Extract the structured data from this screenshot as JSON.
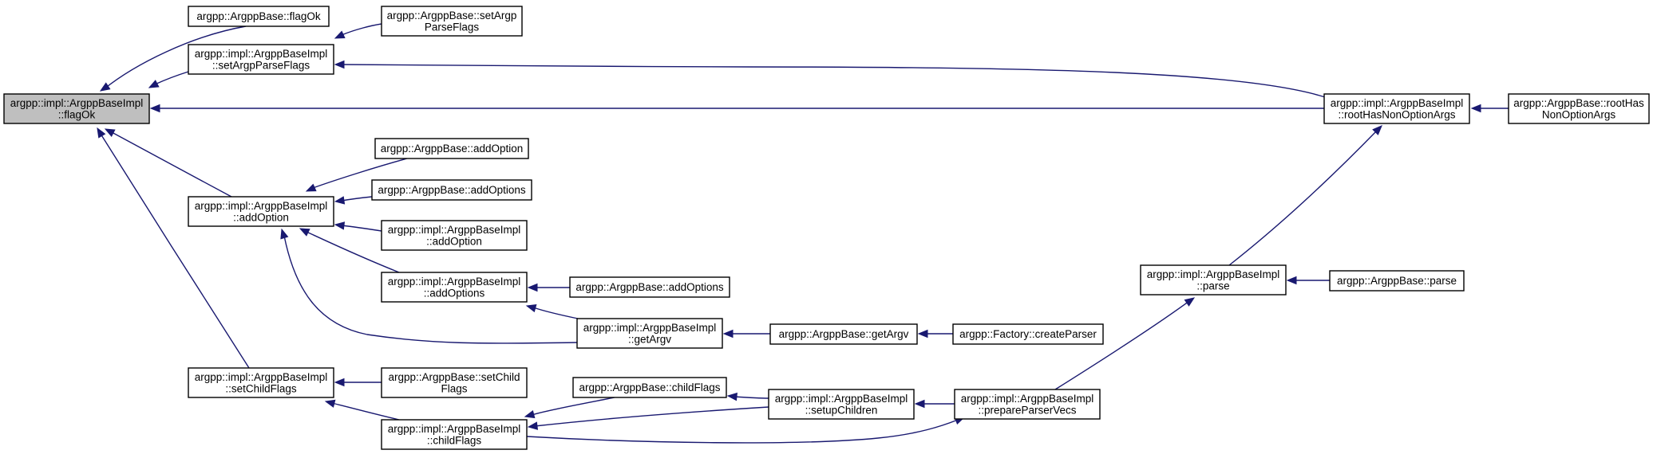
{
  "diagram": {
    "style": {
      "edge_color": "#191970",
      "highlight_fill": "#bfbfbf",
      "node_fill": "#ffffff",
      "border": "#000000"
    },
    "nodes": {
      "root": {
        "lines": [
          "argpp::impl::ArgppBaseImpl",
          "::flagOk"
        ],
        "highlight": true
      },
      "flagOk": {
        "lines": [
          "argpp::ArgppBase::flagOk"
        ]
      },
      "setFlagsI": {
        "lines": [
          "argpp::impl::ArgppBaseImpl",
          "::setArgpParseFlags"
        ]
      },
      "setFlags": {
        "lines": [
          "argpp::ArgppBase::setArgp",
          "ParseFlags"
        ]
      },
      "rootHasI": {
        "lines": [
          "argpp::impl::ArgppBaseImpl",
          "::rootHasNonOptionArgs"
        ]
      },
      "rootHas": {
        "lines": [
          "argpp::ArgppBase::rootHas",
          "NonOptionArgs"
        ]
      },
      "addOptionI": {
        "lines": [
          "argpp::impl::ArgppBaseImpl",
          "::addOption"
        ]
      },
      "addOption": {
        "lines": [
          "argpp::ArgppBase::addOption"
        ]
      },
      "addOptions": {
        "lines": [
          "argpp::ArgppBase::addOptions"
        ]
      },
      "addOptionI2": {
        "lines": [
          "argpp::impl::ArgppBaseImpl",
          "::addOption"
        ]
      },
      "addOptionsI": {
        "lines": [
          "argpp::impl::ArgppBaseImpl",
          "::addOptions"
        ]
      },
      "addOptions2": {
        "lines": [
          "argpp::ArgppBase::addOptions"
        ]
      },
      "getArgvI": {
        "lines": [
          "argpp::impl::ArgppBaseImpl",
          "::getArgv"
        ]
      },
      "getArgv": {
        "lines": [
          "argpp::ArgppBase::getArgv"
        ]
      },
      "factory": {
        "lines": [
          "argpp::Factory::createParser"
        ]
      },
      "parseI": {
        "lines": [
          "argpp::impl::ArgppBaseImpl",
          "::parse"
        ]
      },
      "parse": {
        "lines": [
          "argpp::ArgppBase::parse"
        ]
      },
      "setChildI": {
        "lines": [
          "argpp::impl::ArgppBaseImpl",
          "::setChildFlags"
        ]
      },
      "setChild": {
        "lines": [
          "argpp::ArgppBase::setChild",
          "Flags"
        ]
      },
      "childFlags": {
        "lines": [
          "argpp::ArgppBase::childFlags"
        ]
      },
      "childFlagsI": {
        "lines": [
          "argpp::impl::ArgppBaseImpl",
          "::childFlags"
        ]
      },
      "setupI": {
        "lines": [
          "argpp::impl::ArgppBaseImpl",
          "::setupChildren"
        ]
      },
      "prepareI": {
        "lines": [
          "argpp::impl::ArgppBaseImpl",
          "::prepareParserVecs"
        ]
      }
    }
  }
}
